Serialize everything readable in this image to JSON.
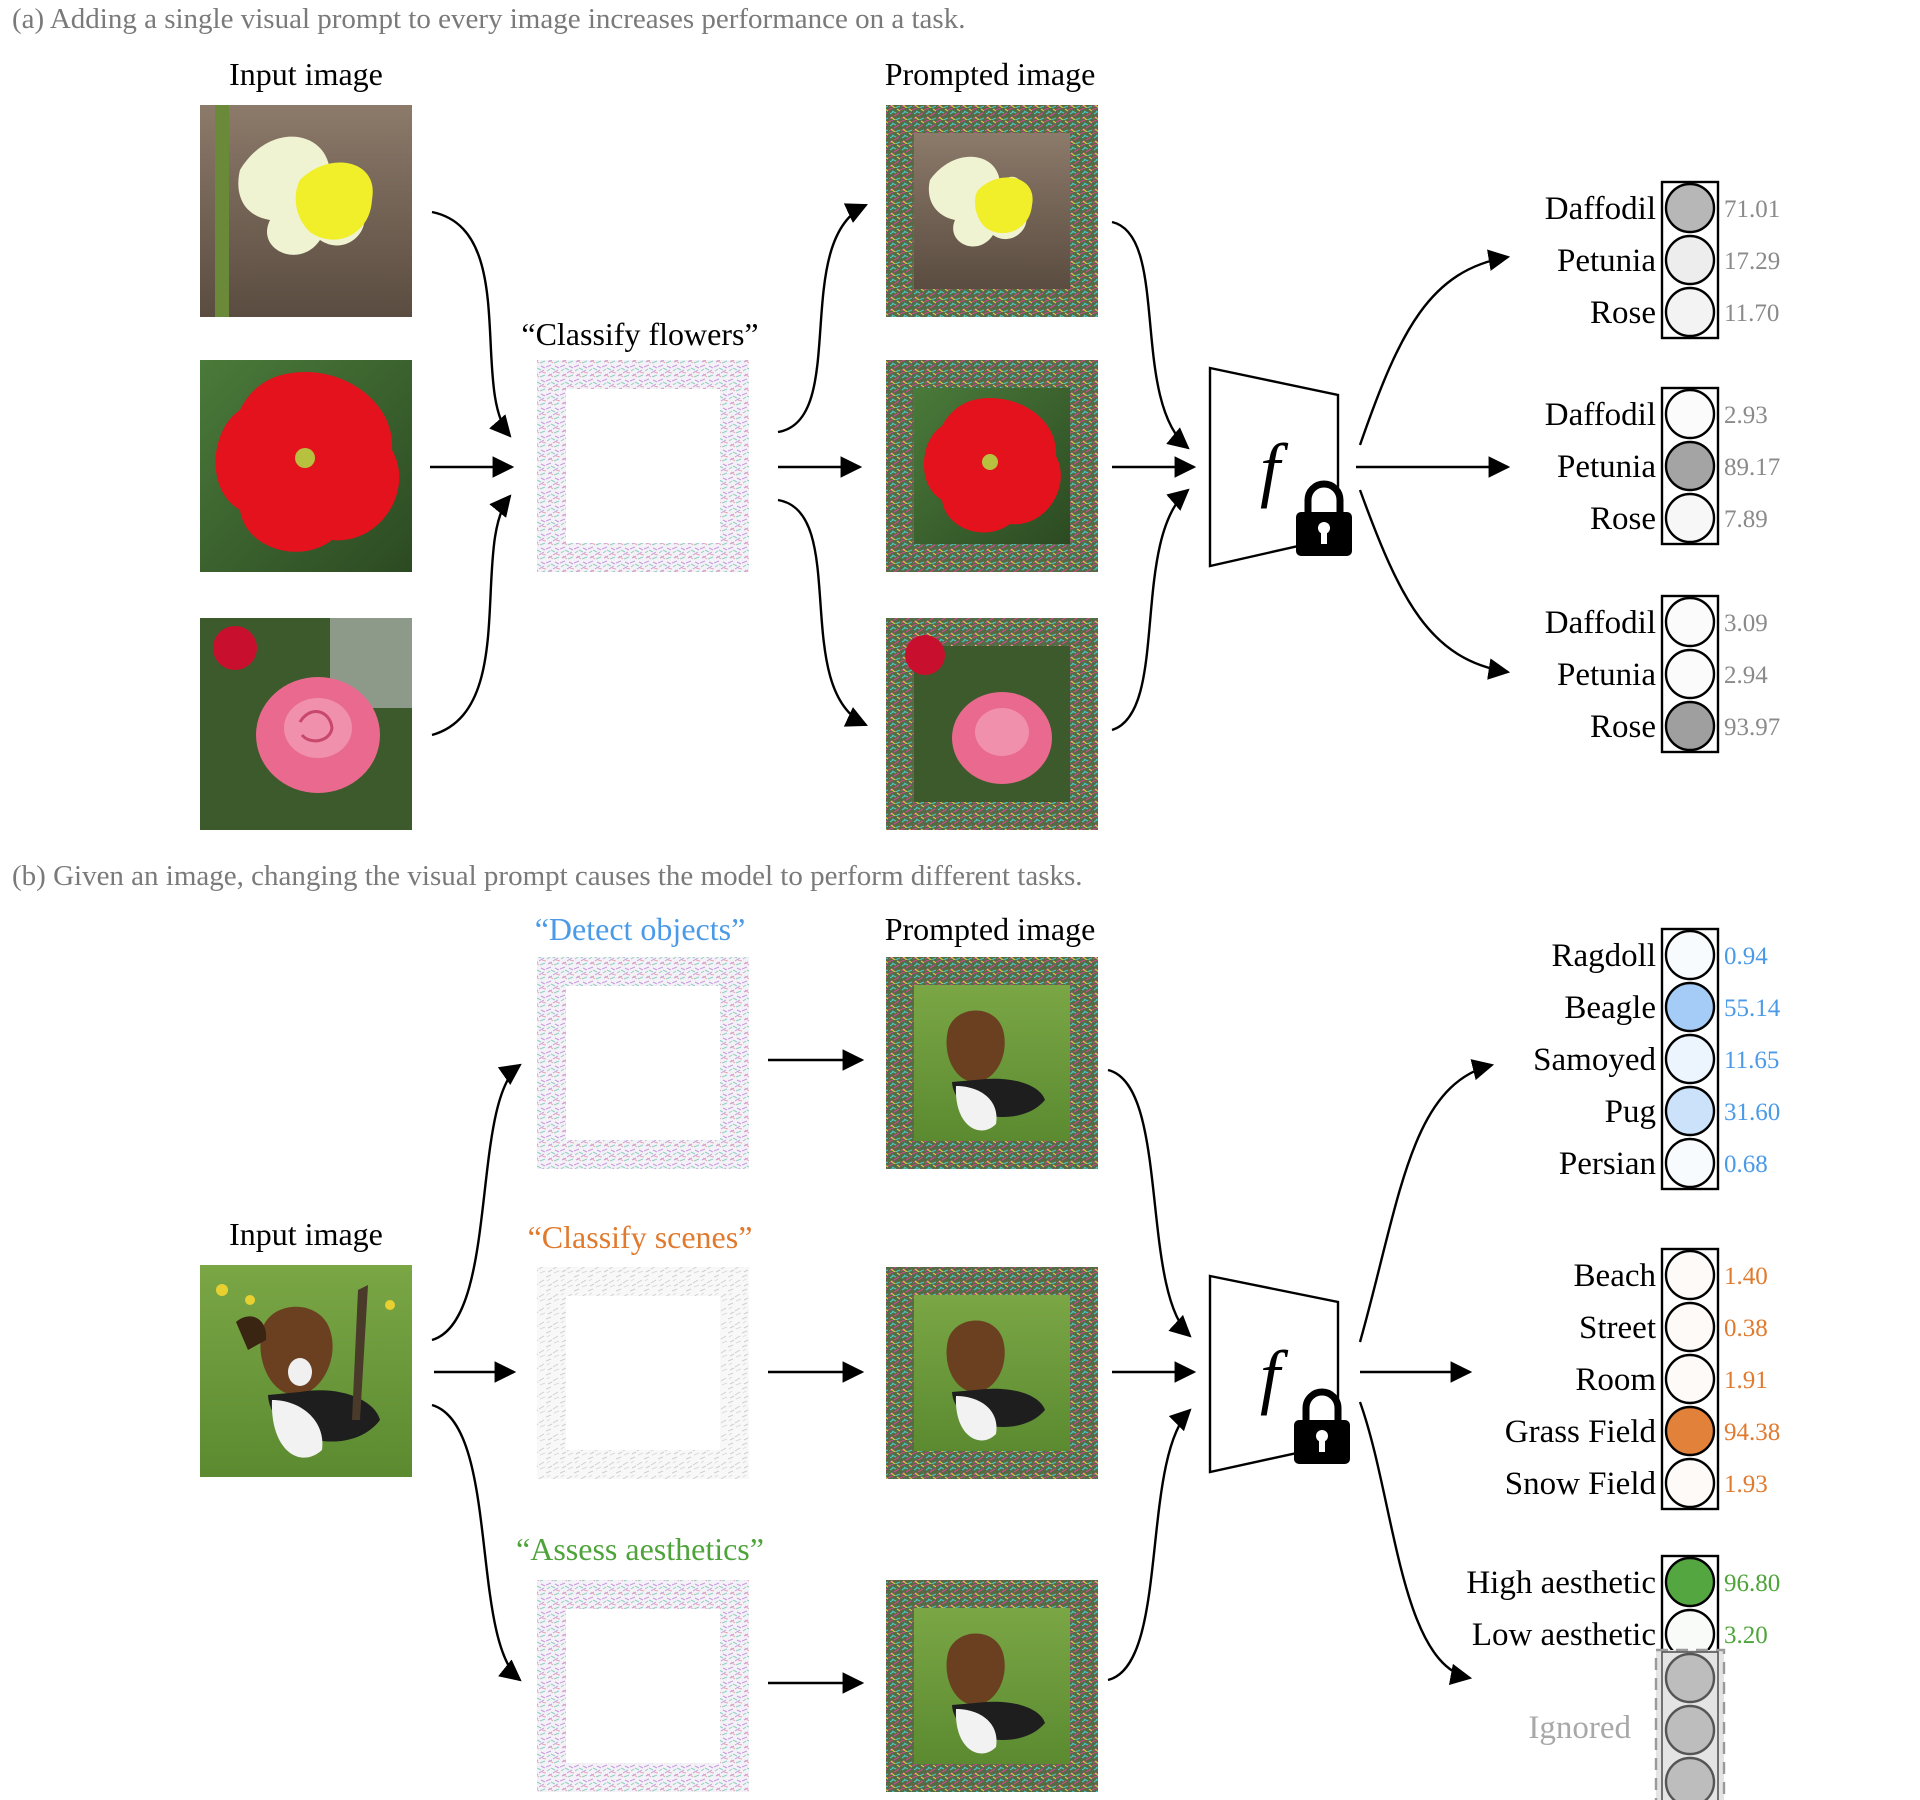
{
  "section_a": {
    "caption": "(a) Adding a single visual prompt to every image increases performance on a task.",
    "input_label": "Input image",
    "prompt_label": "“Classify flowers”",
    "prompted_label": "Prompted image",
    "model_symbol": "f",
    "groups": [
      {
        "items": [
          {
            "label": "Daffodil",
            "value": "71.01",
            "score": 71.01
          },
          {
            "label": "Petunia",
            "value": "17.29",
            "score": 17.29
          },
          {
            "label": "Rose",
            "value": "11.70",
            "score": 11.7
          }
        ]
      },
      {
        "items": [
          {
            "label": "Daffodil",
            "value": "2.93",
            "score": 2.93
          },
          {
            "label": "Petunia",
            "value": "89.17",
            "score": 89.17
          },
          {
            "label": "Rose",
            "value": "7.89",
            "score": 7.89
          }
        ]
      },
      {
        "items": [
          {
            "label": "Daffodil",
            "value": "3.09",
            "score": 3.09
          },
          {
            "label": "Petunia",
            "value": "2.94",
            "score": 2.94
          },
          {
            "label": "Rose",
            "value": "93.97",
            "score": 93.97
          }
        ]
      }
    ]
  },
  "section_b": {
    "caption": "(b) Given an image, changing the visual prompt causes the model to perform different tasks.",
    "input_label": "Input image",
    "prompted_label": "Prompted image",
    "model_symbol": "f",
    "tasks": [
      {
        "label": "“Detect objects”",
        "color": "#4a9ae8",
        "full_color": "#5aa2ef",
        "items": [
          {
            "label": "Ragdoll",
            "value": "0.94",
            "score": 0.94
          },
          {
            "label": "Beagle",
            "value": "55.14",
            "score": 55.14
          },
          {
            "label": "Samoyed",
            "value": "11.65",
            "score": 11.65
          },
          {
            "label": "Pug",
            "value": "31.60",
            "score": 31.6
          },
          {
            "label": "Persian",
            "value": "0.68",
            "score": 0.68
          }
        ]
      },
      {
        "label": "“Classify scenes”",
        "color": "#e07a2e",
        "full_color": "#e07a2e",
        "items": [
          {
            "label": "Beach",
            "value": "1.40",
            "score": 1.4
          },
          {
            "label": "Street",
            "value": "0.38",
            "score": 0.38
          },
          {
            "label": "Room",
            "value": "1.91",
            "score": 1.91
          },
          {
            "label": "Grass Field",
            "value": "94.38",
            "score": 94.38
          },
          {
            "label": "Snow Field",
            "value": "1.93",
            "score": 1.93
          }
        ]
      },
      {
        "label": "“Assess aesthetics”",
        "color": "#4ea43a",
        "full_color": "#4ea43a",
        "items": [
          {
            "label": "High aesthetic",
            "value": "96.80",
            "score": 96.8
          },
          {
            "label": "Low aesthetic",
            "value": "3.20",
            "score": 3.2
          }
        ]
      }
    ],
    "ignored_label": "Ignored"
  },
  "colors": {
    "gray_full": "#999999",
    "gray_value": "#8a8a8a",
    "ignored": "#bdbdbd"
  }
}
